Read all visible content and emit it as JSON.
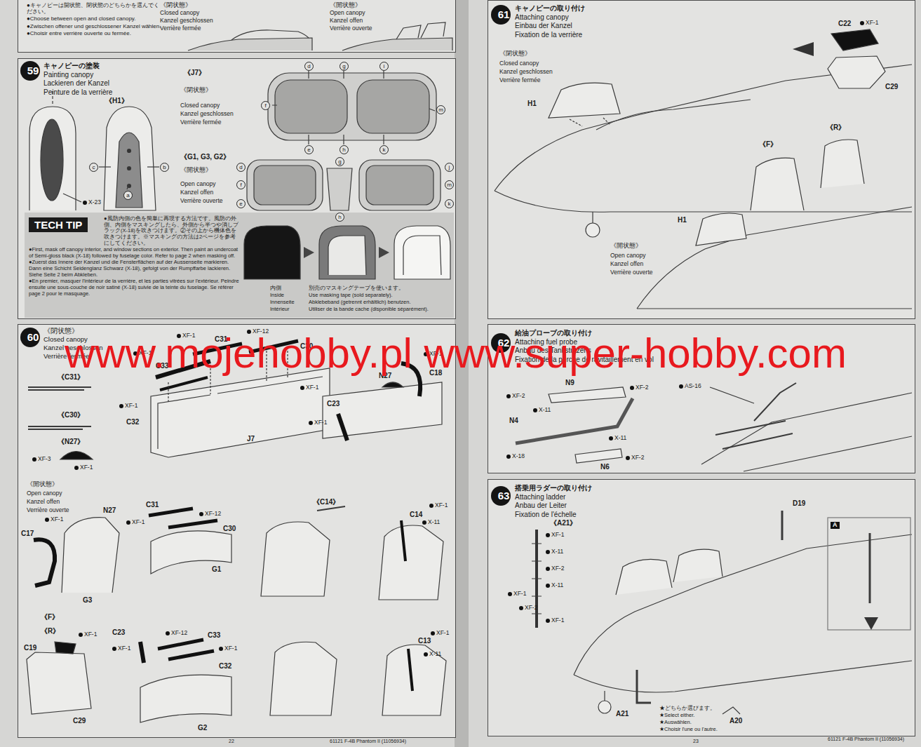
{
  "diagram": {
    "nodes": [
      {
        "text": [
          "●キャノピーは開状態、閉状態のどちらかを選んでください。",
          "●Choose between open and closed canopy.",
          "●Zwischen offener und geschlossener Kanzel wählen.",
          "●Choisir entre verrière ouverte ou fermée."
        ]
      },
      {
        "text": [
          "キャノピーの塗装",
          "Painting canopy",
          "Lackieren der Kanzel",
          "Peinture de la verrière"
        ]
      },
      {
        "text": [
          "59"
        ],
        "in": 1
      },
      {
        "text": [
          "TECH TIP",
          "●風防内側の色を簡単に再現する方法です。風防の外側、内側をマスキングしたら、外側から半つや消しブラック(X-18)を吹きつけます。②その上から機体色を吹きつけます。※マスキングの方法は2ページを参考にしてください。",
          "●First, mask off canopy interior, and window sections on exterior. Then paint an undercoat of Semi-gloss black (X-18) followed by fuselage color. Refer to page 2 when masking off.",
          "●Zuerst das Innere der Kanzel und die Fensterflächen auf der Aussenseite markieren. Dann eine Schicht Seidenglanz Schwarz (X-18), gefolgt von der Rumpffarbe lackieren. Siehe Seite 2 beim Abkleben.",
          "●En premier, masquer l'intérieur de la verrière, et les parties vitrées sur l'extérieur. Peindre ensuite une sous-couche de noir satiné (X-18) suivie de la teinte du fuselage. Se référer page 2 pour le masquage."
        ],
        "in": 1
      },
      {
        "text": [
          "《閉状態》",
          "Closed canopy",
          "Kanzel geschlossen",
          "Verrière fermée"
        ]
      },
      {
        "text": [
          "60"
        ],
        "in": 4
      },
      {
        "text": [
          "キャノピーの取り付け",
          "Attaching canopy",
          "Einbau der Kanzel",
          "Fixation de la verrière"
        ]
      },
      {
        "text": [
          "61"
        ],
        "in": 6
      },
      {
        "text": [
          "給油プローブの取り付け",
          "Attaching fuel probe",
          "Anbau des Tankstutzens",
          "Fixation de la perche de ravitaillement en vol"
        ]
      },
      {
        "text": [
          "62"
        ],
        "in": 8
      },
      {
        "text": [
          "搭乗用ラダーの取り付け",
          "Attaching ladder",
          "Anbau der Leiter",
          "Fixation de l'échelle"
        ]
      },
      {
        "text": [
          "63"
        ],
        "in": 10
      }
    ],
    "labels": [
      "《閉状態》",
      "Closed canopy",
      "Kanzel geschlossen",
      "Verrière fermée",
      "《開状態》",
      "Open canopy",
      "Kanzel offen",
      "Verrière ouverte",
      "《H1》",
      "c",
      "b",
      "a",
      "X-23",
      "《J7》",
      "《閉状態》",
      "Closed canopy",
      "Kanzel geschlossen",
      "Verrière fermée",
      "d",
      "g",
      "i",
      "f",
      "m",
      "e",
      "h",
      "k",
      "《G1, G3, G2》",
      "《開状態》",
      "Open canopy",
      "Kanzel offen",
      "Verrière ouverte",
      "d",
      "f",
      "e",
      "g",
      "h",
      "j",
      "m",
      "k",
      "内側",
      "Inside",
      "Innenseite",
      "Intérieur",
      "別売のマスキングテープを使います。",
      "Use masking tape (sold separately).",
      "Abklebeband (getrennt erhältlich) benutzen.",
      "Utiliser de la bande cache (disponible séparément).",
      "《C31》",
      "《C30》",
      "《N27》",
      "XF-3",
      "XF-1",
      "XF-1",
      "C33",
      "XF-1",
      "C31",
      "XF-12",
      "C30",
      "XF-1",
      "XF-1",
      "C32",
      "J7",
      "C23",
      "XF-1",
      "N27",
      "XF-1",
      "C18",
      "《開状態》",
      "Open canopy",
      "Kanzel offen",
      "Verrière ouverte",
      "XF-1",
      "C17",
      "N27",
      "XF-1",
      "C31",
      "XF-12",
      "C30",
      "G1",
      "G3",
      "《C14》",
      "C14",
      "XF-1",
      "X-11",
      "《F》",
      "《R》",
      "C19",
      "XF-1",
      "C23",
      "XF-1",
      "XF-12",
      "C33",
      "XF-1",
      "C32",
      "C29",
      "G2",
      "C13",
      "XF-1",
      "X-11",
      "《閉状態》",
      "Closed canopy",
      "Kanzel geschlossen",
      "Verrière fermée",
      "H1",
      "C22",
      "XF-1",
      "C29",
      "《F》",
      "《R》",
      "H1",
      "《開状態》",
      "Open canopy",
      "Kanzel offen",
      "Verrière ouverte",
      "N9",
      "XF-2",
      "XF-2",
      "X-11",
      "N4",
      "X-11",
      "X-18",
      "N6",
      "XF-2",
      "AS-16",
      "《A21》",
      "XF-1",
      "X-11",
      "XF-2",
      "X-11",
      "XF-1",
      "XF-2",
      "XF-1",
      "D19",
      "A",
      "A21",
      "A20",
      "★どちらか選びます。",
      "★Select either.",
      "★Auswählen.",
      "★Choisir l'une ou l'autre.",
      "22",
      "61121 F-4B Phantom II (11056934)",
      "23",
      "61121 F-4B Phantom II (11056934)",
      "www.mojehobby.pl www.super-hobby.com"
    ]
  }
}
